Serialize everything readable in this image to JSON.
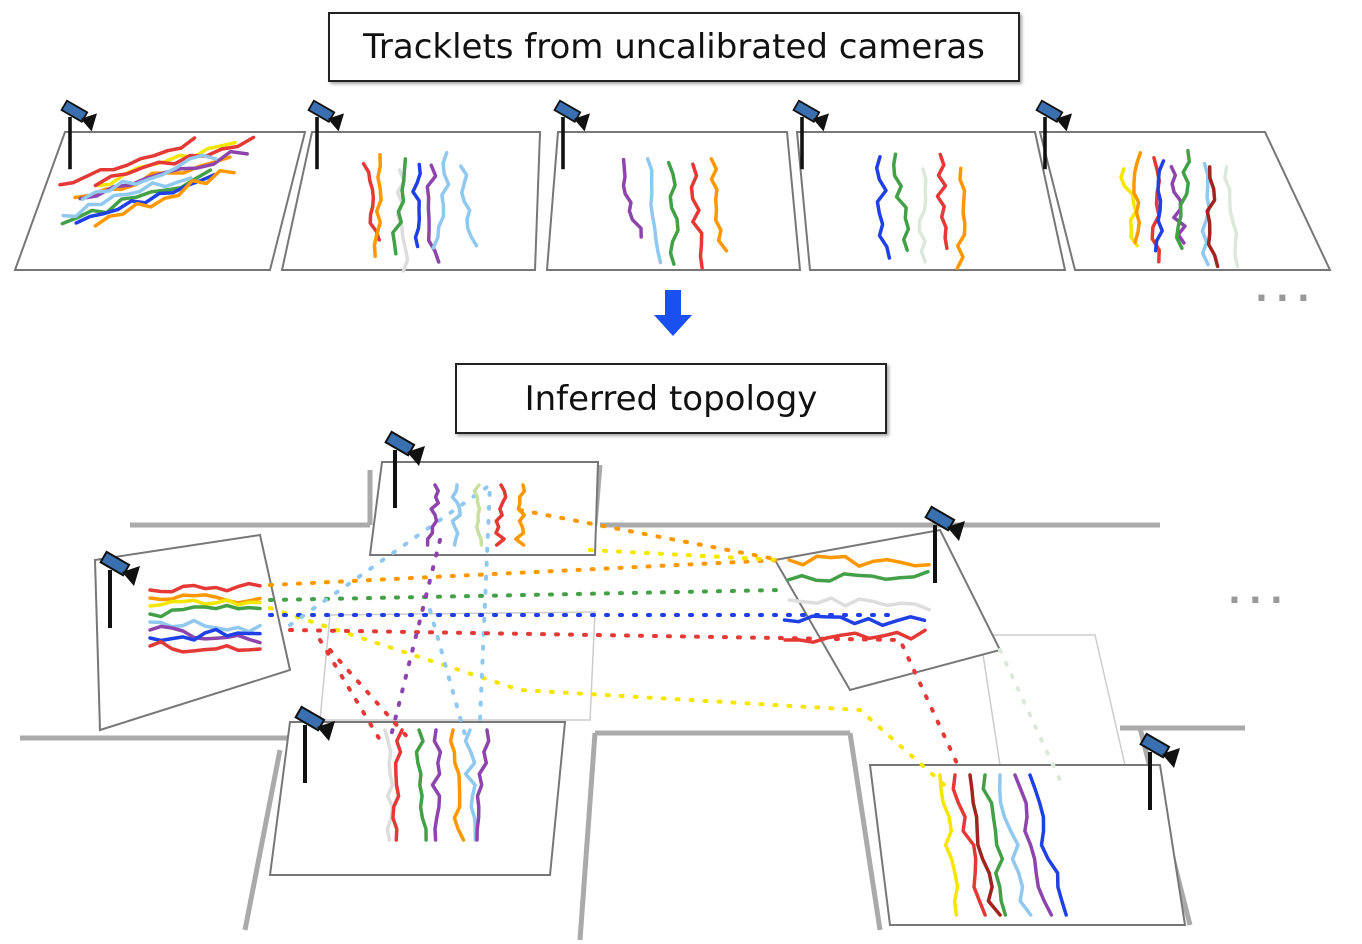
{
  "titles": {
    "top": "Tracklets from uncalibrated cameras",
    "bottom": "Inferred topology"
  },
  "ellipsis": "...",
  "colors": {
    "arrow": "#1a4ff0",
    "road": "#aaaaaa",
    "panel_border": "#777777",
    "camera": "#111111",
    "camera_lens": "#3a6fb0"
  },
  "top_panels": [
    {
      "tracklets": [
        "#e53935",
        "#ff9800",
        "#f5e600",
        "#43a047",
        "#1e40e6",
        "#8e44ad",
        "#90c8f0",
        "#e53935",
        "#ff9800",
        "#90c8f0"
      ]
    },
    {
      "tracklets": [
        "#e53935",
        "#ff9800",
        "#dddddd",
        "#43a047",
        "#1e40e6",
        "#8e44ad",
        "#90c8f0",
        "#90c8f0"
      ]
    },
    {
      "tracklets": [
        "#8e44ad",
        "#90c8f0",
        "#43a047",
        "#e53935",
        "#ff9800"
      ]
    },
    {
      "tracklets": [
        "#1e40e6",
        "#43a047",
        "#dde8dd",
        "#e53935",
        "#ff9800"
      ]
    },
    {
      "tracklets": [
        "#f5e600",
        "#ff9800",
        "#e53935",
        "#1e40e6",
        "#8e44ad",
        "#43a047",
        "#90c8f0",
        "#a0251f",
        "#dde8dd"
      ]
    }
  ],
  "bottom_panels": [
    {
      "name": "left",
      "tracklets": [
        "#e53935",
        "#ff9800",
        "#f5e600",
        "#43a047",
        "#90c8f0",
        "#8e44ad",
        "#1e40e6",
        "#e53935"
      ]
    },
    {
      "name": "top-center",
      "tracklets": [
        "#8e44ad",
        "#90c8f0",
        "#c8e0a0",
        "#e53935",
        "#ff9800"
      ]
    },
    {
      "name": "right",
      "tracklets": [
        "#ff9800",
        "#43a047",
        "#dddddd",
        "#1e40e6",
        "#e53935"
      ]
    },
    {
      "name": "bottom-left",
      "tracklets": [
        "#dddddd",
        "#e53935",
        "#43a047",
        "#8e44ad",
        "#ff9800",
        "#90c8f0",
        "#8e44ad"
      ]
    },
    {
      "name": "bottom-right",
      "tracklets": [
        "#f5e600",
        "#e53935",
        "#a0251f",
        "#43a047",
        "#90c8f0",
        "#8e44ad",
        "#1e40e6"
      ]
    }
  ],
  "links": [
    "#ff9800",
    "#f5e600",
    "#43a047",
    "#1e40e6",
    "#90c8f0",
    "#e53935",
    "#8e44ad",
    "#e53935",
    "#90c8f0",
    "#f5e600",
    "#e53935",
    "#dde8dd",
    "#ff9800"
  ]
}
